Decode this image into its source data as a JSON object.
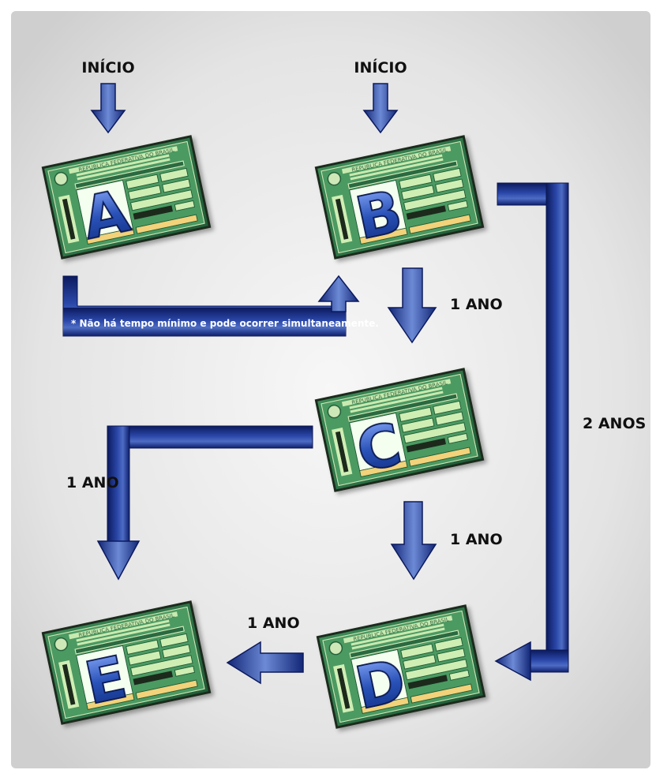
{
  "start_labels": [
    "INÍCIO",
    "INÍCIO"
  ],
  "cards": [
    {
      "letter": "A",
      "header": "REPUBLICA FEDERATIVA DO BRASIL"
    },
    {
      "letter": "B",
      "header": "REPUBLICA FEDERATIVA DO BRASIL"
    },
    {
      "letter": "C",
      "header": "REPUBLICA FEDERATIVA DO BRASIL"
    },
    {
      "letter": "D",
      "header": "REPUBLICA FEDERATIVA DO BRASIL"
    },
    {
      "letter": "E",
      "header": "REPUBLICA FEDERATIVA DO BRASIL"
    }
  ],
  "transitions": {
    "b_to_c": "1 ANO",
    "b_to_d": "2 ANOS",
    "c_to_d": "1 ANO",
    "c_to_e": "1 ANO",
    "d_to_e": "1 ANO"
  },
  "note_a_to_b": "* Não há tempo mínimo e pode ocorrer simultaneamente.",
  "colors": {
    "arrow_dark": "#0f1f6e",
    "arrow_light": "#5a78c8",
    "card_green": "#2f7a4a",
    "card_panel": "#a7e08f",
    "letter_blue": "#2a52b8"
  }
}
